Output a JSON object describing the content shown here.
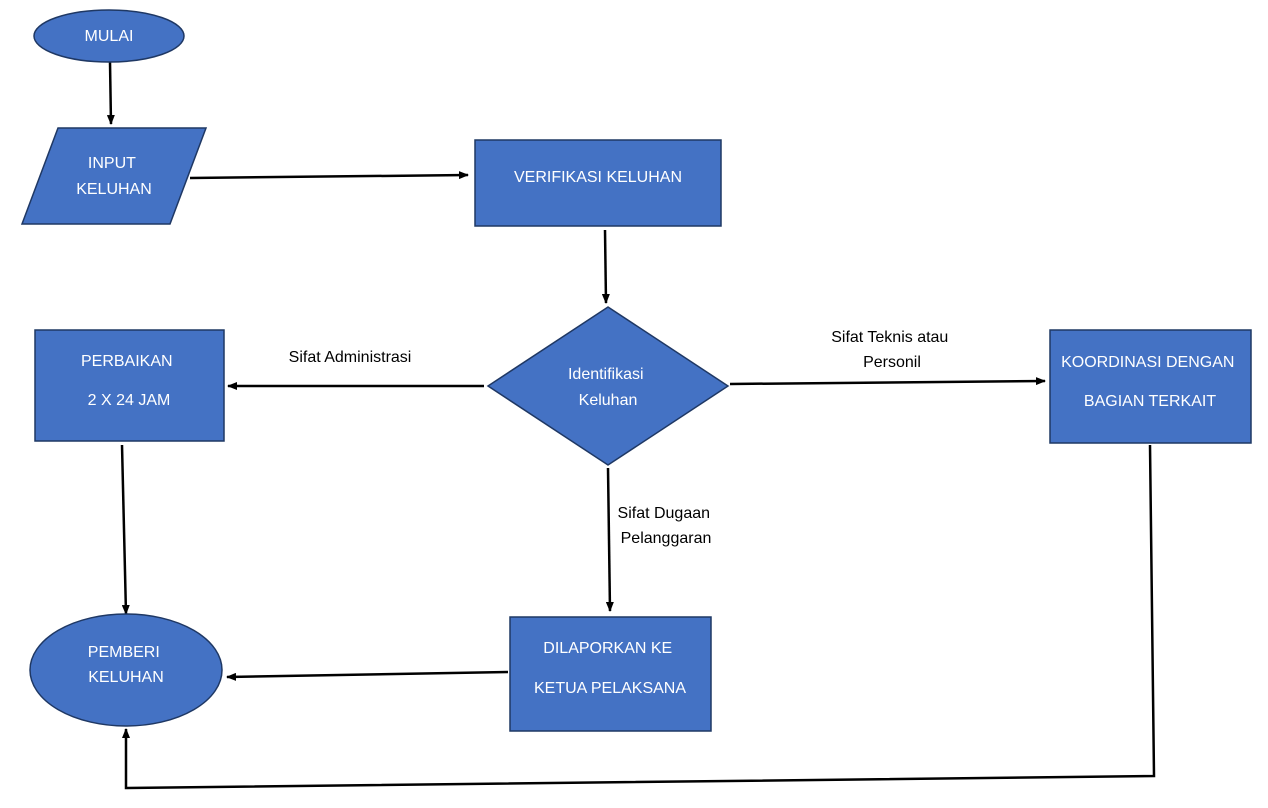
{
  "nodes": {
    "mulai": {
      "lines": [
        "MULAI"
      ]
    },
    "input_keluhan": {
      "lines": [
        "INPUT",
        "KELUHAN"
      ]
    },
    "verifikasi_keluhan": {
      "lines": [
        "VERIFIKASI KELUHAN"
      ]
    },
    "identifikasi_keluhan": {
      "lines": [
        "Identifikasi",
        "Keluhan"
      ]
    },
    "perbaikan": {
      "lines": [
        "PERBAIKAN",
        "2 X 24 JAM"
      ]
    },
    "koordinasi": {
      "lines": [
        "KOORDINASI DENGAN",
        "BAGIAN TERKAIT"
      ]
    },
    "dilaporkan": {
      "lines": [
        "DILAPORKAN KE",
        "KETUA PELAKSANA"
      ]
    },
    "pemberi_keluhan": {
      "lines": [
        "PEMBERI",
        "KELUHAN"
      ]
    }
  },
  "edges": {
    "administrasi": {
      "lines": [
        "Sifat Administrasi"
      ]
    },
    "teknis": {
      "lines": [
        "Sifat Teknis atau",
        "Personil"
      ]
    },
    "dugaan": {
      "lines": [
        "Sifat Dugaan",
        "Pelanggaran"
      ]
    }
  }
}
